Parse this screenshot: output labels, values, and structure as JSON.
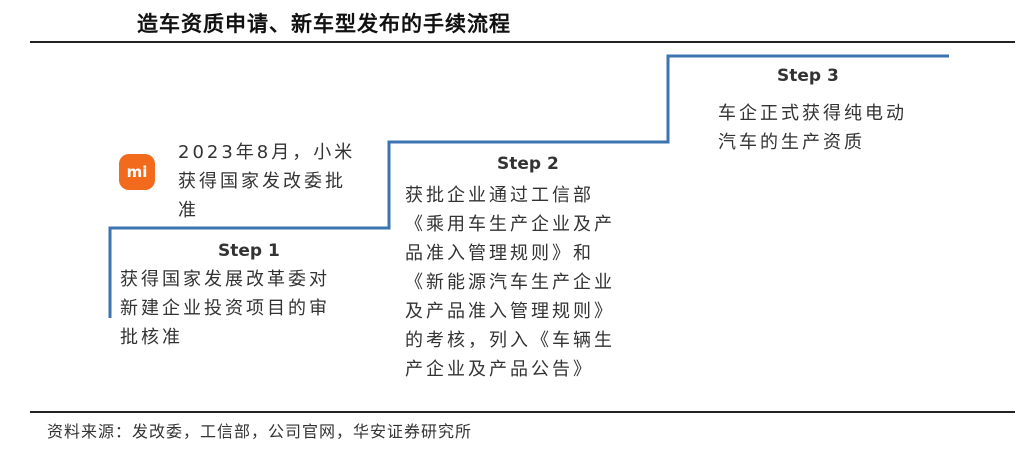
{
  "title": "造车资质申请、新车型发布的手续流程",
  "colors": {
    "stair_line": "#3b74b0",
    "logo_bg": "#f26b1d",
    "rule": "#222222"
  },
  "xiaomi_note": {
    "logo_icon": "xiaomi-logo-icon",
    "logo_text": "mi",
    "lines": [
      "2023年8月，小米",
      "获得国家发改委批",
      "准"
    ]
  },
  "steps": [
    {
      "title": "Step 1",
      "lines": [
        "获得国家发展改革委对",
        "新建企业投资项目的审",
        "批核准"
      ]
    },
    {
      "title": "Step 2",
      "lines": [
        "获批企业通过工信部",
        "《乘用车生产企业及产",
        "品准入管理规则》和",
        "《新能源汽车生产企业",
        "及产品准入管理规则》",
        "的考核，列入《车辆生",
        "产企业及产品公告》"
      ]
    },
    {
      "title": "Step 3",
      "lines": [
        "车企正式获得纯电动",
        "汽车的生产资质"
      ]
    }
  ],
  "source": "资料来源：发改委，工信部，公司官网，华安证券研究所"
}
